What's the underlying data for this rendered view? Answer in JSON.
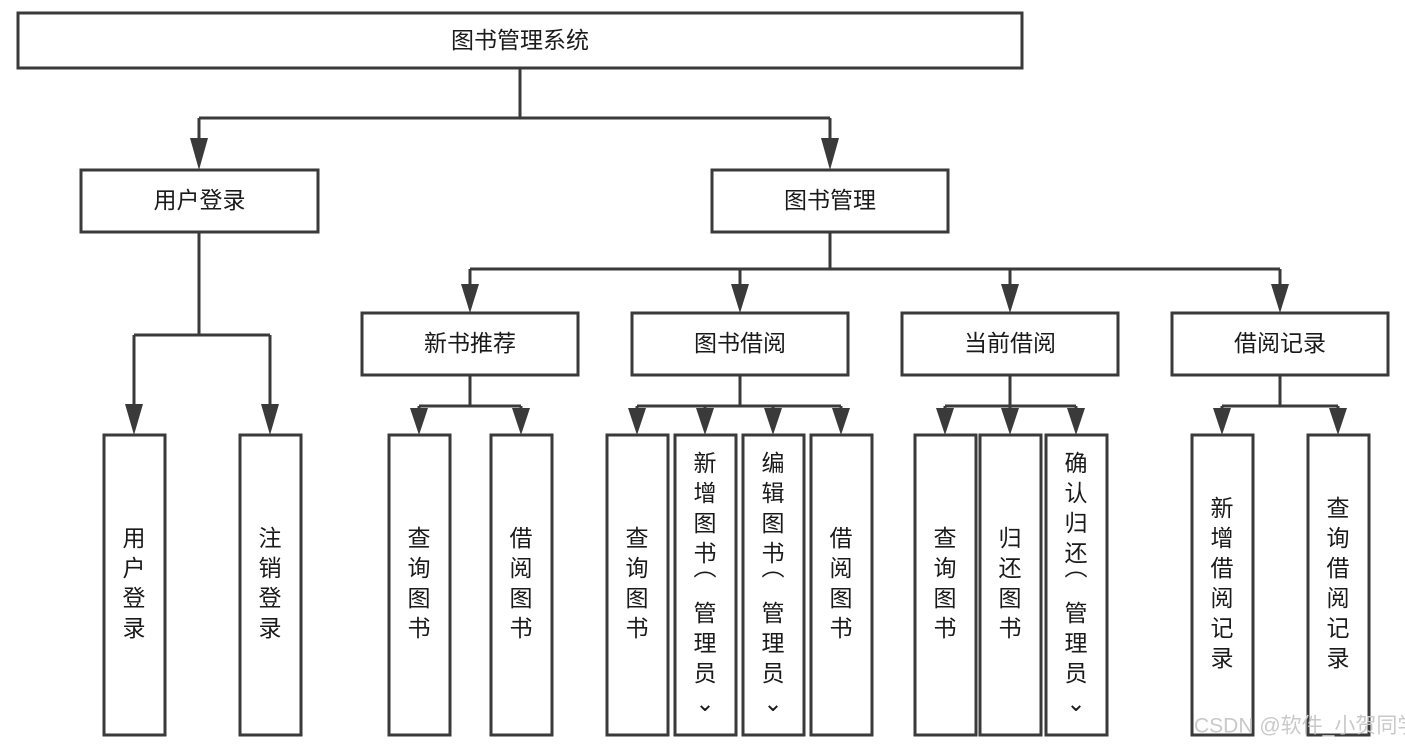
{
  "diagram": {
    "type": "tree-hierarchy",
    "title": "图书管理系统",
    "watermark": "CSDN @软件_小贺同学",
    "colors": {
      "stroke": "#3a3a3a",
      "fill": "#ffffff",
      "text": "#1a1a1a",
      "watermark": "#c9c9c9",
      "background": "#ffffff"
    },
    "levels": {
      "root": {
        "label": "图书管理系统"
      },
      "level2": [
        {
          "id": "user-login",
          "label": "用户登录"
        },
        {
          "id": "book-manage",
          "label": "图书管理"
        }
      ],
      "level3": [
        {
          "id": "new-book-recommend",
          "label": "新书推荐",
          "parent": "book-manage"
        },
        {
          "id": "book-borrow",
          "label": "图书借阅",
          "parent": "book-manage"
        },
        {
          "id": "current-borrow",
          "label": "当前借阅",
          "parent": "book-manage"
        },
        {
          "id": "borrow-record",
          "label": "借阅记录",
          "parent": "book-manage"
        }
      ],
      "leaves": [
        {
          "id": "leaf-user-login",
          "label": "用户登录",
          "parent": "user-login"
        },
        {
          "id": "leaf-logout-login",
          "label": "注销登录",
          "parent": "user-login"
        },
        {
          "id": "leaf-query-book-1",
          "label": "查询图书",
          "parent": "new-book-recommend"
        },
        {
          "id": "leaf-borrow-book-1",
          "label": "借阅图书",
          "parent": "new-book-recommend"
        },
        {
          "id": "leaf-query-book-2",
          "label": "查询图书",
          "parent": "book-borrow"
        },
        {
          "id": "leaf-add-book",
          "label": "新增图书（管理员）",
          "parent": "book-borrow"
        },
        {
          "id": "leaf-edit-book",
          "label": "编辑图书（管理员）",
          "parent": "book-borrow"
        },
        {
          "id": "leaf-borrow-book-2",
          "label": "借阅图书",
          "parent": "book-borrow"
        },
        {
          "id": "leaf-query-book-3",
          "label": "查询图书",
          "parent": "current-borrow"
        },
        {
          "id": "leaf-return-book",
          "label": "归还图书",
          "parent": "current-borrow"
        },
        {
          "id": "leaf-confirm-return",
          "label": "确认归还（管理员）",
          "parent": "current-borrow"
        },
        {
          "id": "leaf-add-record",
          "label": "新增借阅记录",
          "parent": "borrow-record"
        },
        {
          "id": "leaf-query-record",
          "label": "查询借阅记录",
          "parent": "borrow-record"
        }
      ]
    }
  }
}
